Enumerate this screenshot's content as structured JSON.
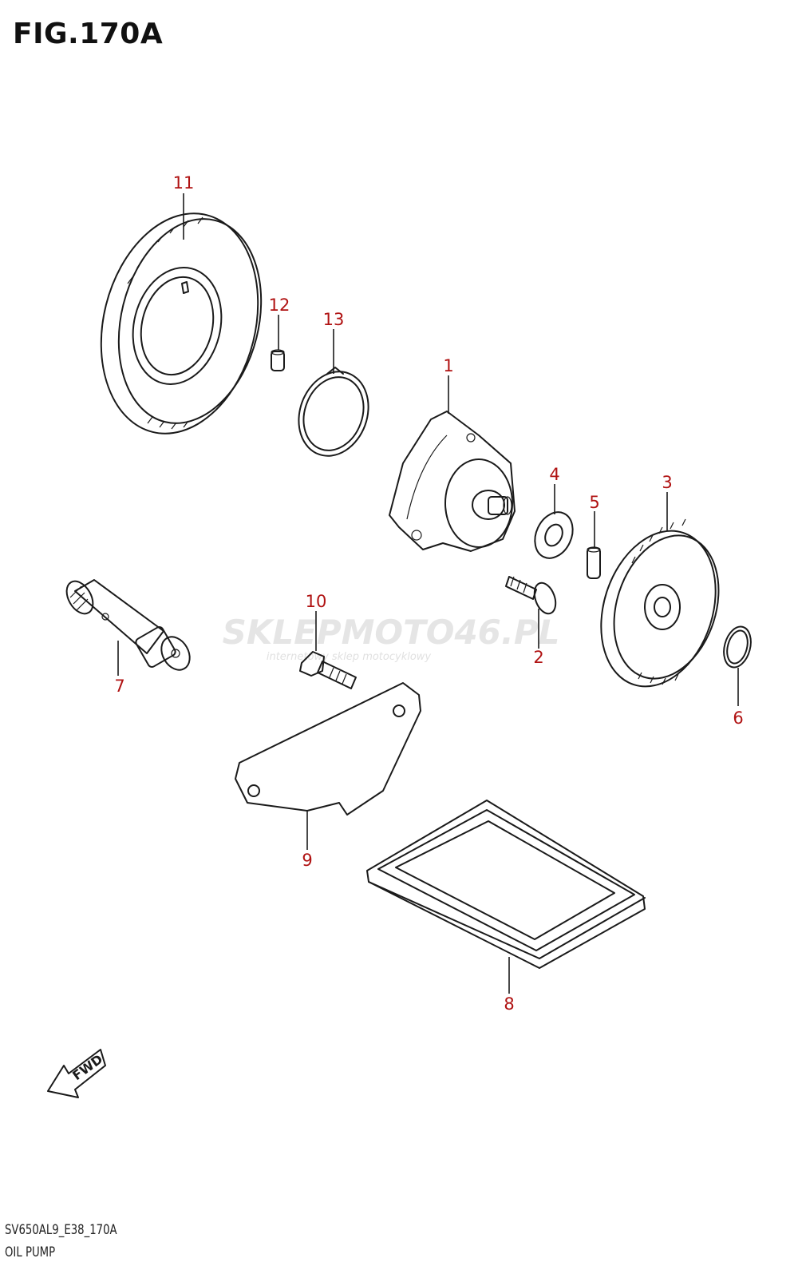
{
  "figure": {
    "title": "FIG.170A",
    "code": "SV650AL9_E38_170A",
    "name": "OIL PUMP"
  },
  "watermark": {
    "brand": "SKLEPMOTO46.PL",
    "tagline": "internetowy sklep motocyklowy"
  },
  "direction_badge": "FWD",
  "callouts": {
    "c1": "1",
    "c2": "2",
    "c3": "3",
    "c4": "4",
    "c5": "5",
    "c6": "6",
    "c7": "7",
    "c8": "8",
    "c9": "9",
    "c10": "10",
    "c11": "11",
    "c12": "12",
    "c13": "13"
  },
  "colors": {
    "callout": "#b01212",
    "line": "#1a1a1a",
    "watermark": "#d9d9d9"
  }
}
